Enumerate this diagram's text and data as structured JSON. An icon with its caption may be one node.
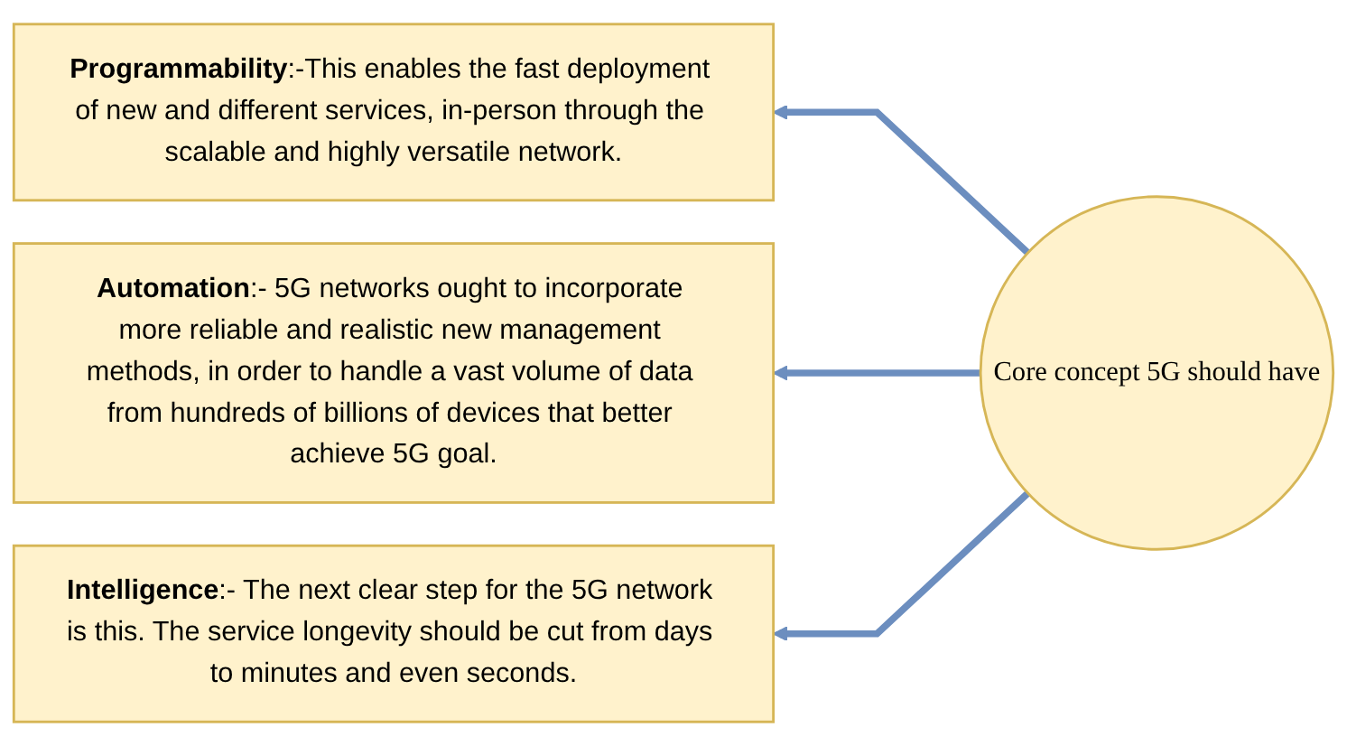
{
  "diagram": {
    "nodes": [
      {
        "text": [
          "**Programmability**:-This enables the fast deployment of new and different services, in-person through the scalable and highly versatile network."
        ]
      },
      {
        "text": [
          "**Automation**:- 5G networks ought to incorporate more reliable and realistic new management methods, in order to handle a vast volume of data from hundreds of billions of devices that better achieve 5G goal."
        ]
      },
      {
        "text": [
          "**Intelligence**:- The next clear step for the 5G network is this. The service longevity should be cut from days to minutes and even seconds."
        ]
      },
      {
        "text": [
          "Core concept 5G should have"
        ]
      }
    ],
    "edges": [
      {
        "from": 3,
        "to": 0,
        "arrow": "to"
      },
      {
        "from": 3,
        "to": 1,
        "arrow": "to"
      },
      {
        "from": 3,
        "to": 2,
        "arrow": "to"
      }
    ]
  }
}
